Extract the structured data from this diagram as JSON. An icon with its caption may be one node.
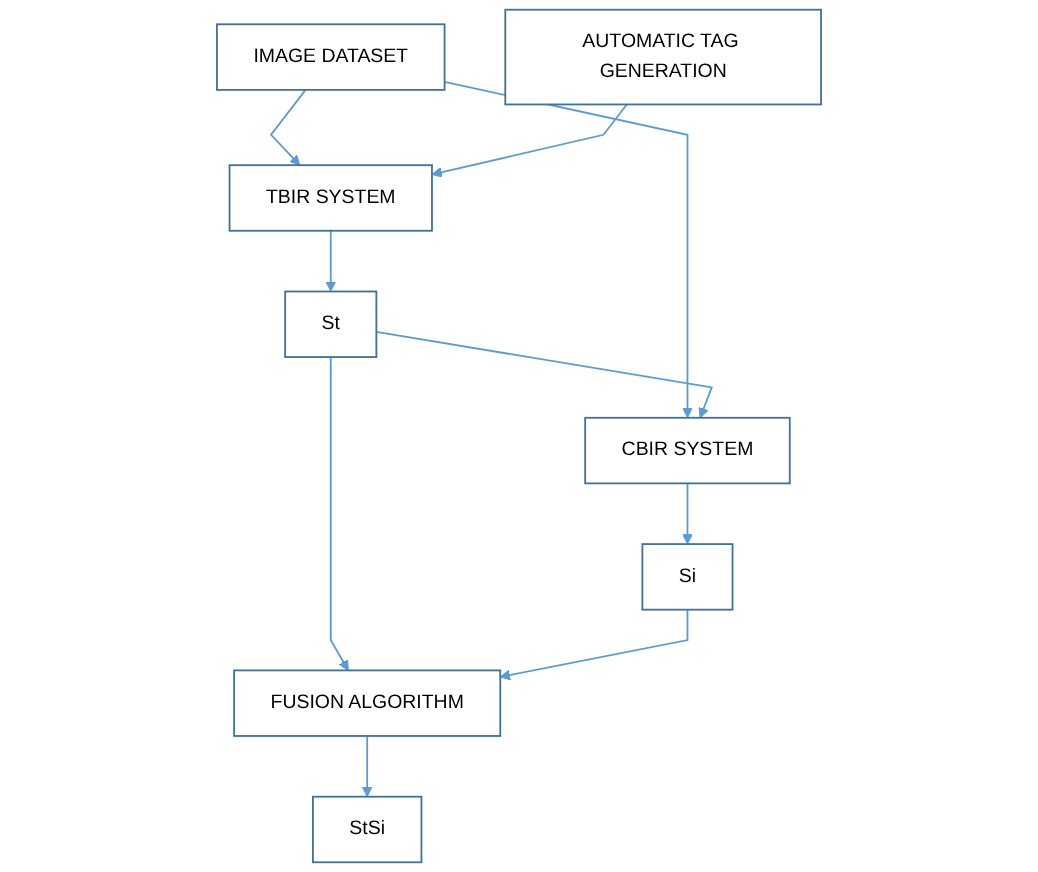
{
  "diagram": {
    "nodes": [
      {
        "text": [
          "IMAGE DATASET"
        ]
      },
      {
        "text": [
          "TBIR SYSTEM"
        ]
      },
      {
        "text": [
          "CBIR SYSTEM"
        ]
      },
      {
        "text": [
          "AUTOMATIC TAG GENERATION"
        ]
      },
      {
        "text": [
          "St"
        ]
      },
      {
        "text": [
          "Si"
        ]
      },
      {
        "text": [
          "FUSION ALGORITHM"
        ]
      },
      {
        "text": [
          "StSi"
        ]
      }
    ],
    "edges": [
      {
        "from": 0,
        "to": 1,
        "arrow": "to"
      },
      {
        "from": 0,
        "to": 2,
        "arrow": "to"
      },
      {
        "from": 3,
        "to": 1,
        "arrow": "to"
      },
      {
        "from": 1,
        "to": 4,
        "arrow": "to"
      },
      {
        "from": 4,
        "to": 2,
        "arrow": "to"
      },
      {
        "from": 2,
        "to": 5,
        "arrow": "to"
      },
      {
        "from": 4,
        "to": 6,
        "arrow": "to"
      },
      {
        "from": 5,
        "to": 6,
        "arrow": "to"
      },
      {
        "from": 6,
        "to": 7,
        "arrow": "to"
      }
    ]
  }
}
